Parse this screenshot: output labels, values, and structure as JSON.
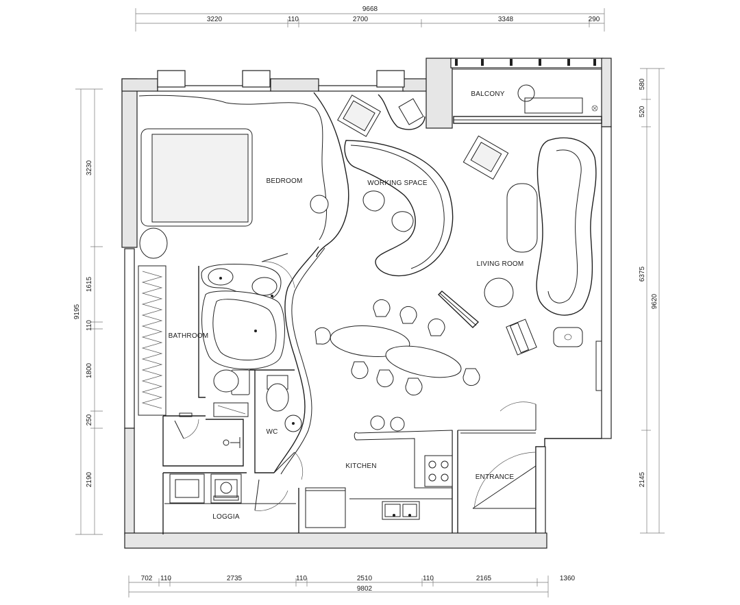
{
  "rooms": {
    "bedroom": "BEDROOM",
    "working_space": "WORKING SPACE",
    "balcony": "BALCONY",
    "living_room": "LIVING ROOM",
    "bathroom": "BATHROOM",
    "wc": "WC",
    "kitchen": "KITCHEN",
    "entrance": "ENTRANCE",
    "loggia": "LOGGIA"
  },
  "dimensions": {
    "top_total": "9668",
    "top_segments": [
      "3220",
      "110",
      "2700",
      "3348",
      "290"
    ],
    "bottom_total": "9802",
    "bottom_segments": [
      "702",
      "110",
      "2735",
      "110",
      "2510",
      "110",
      "2165",
      "1360"
    ],
    "left_total": "9195",
    "left_segments": [
      "3230",
      "1615",
      "110",
      "1800",
      "250",
      "2190"
    ],
    "right_total": "9620",
    "right_segments": [
      "580",
      "520",
      "6375",
      "2145"
    ]
  }
}
